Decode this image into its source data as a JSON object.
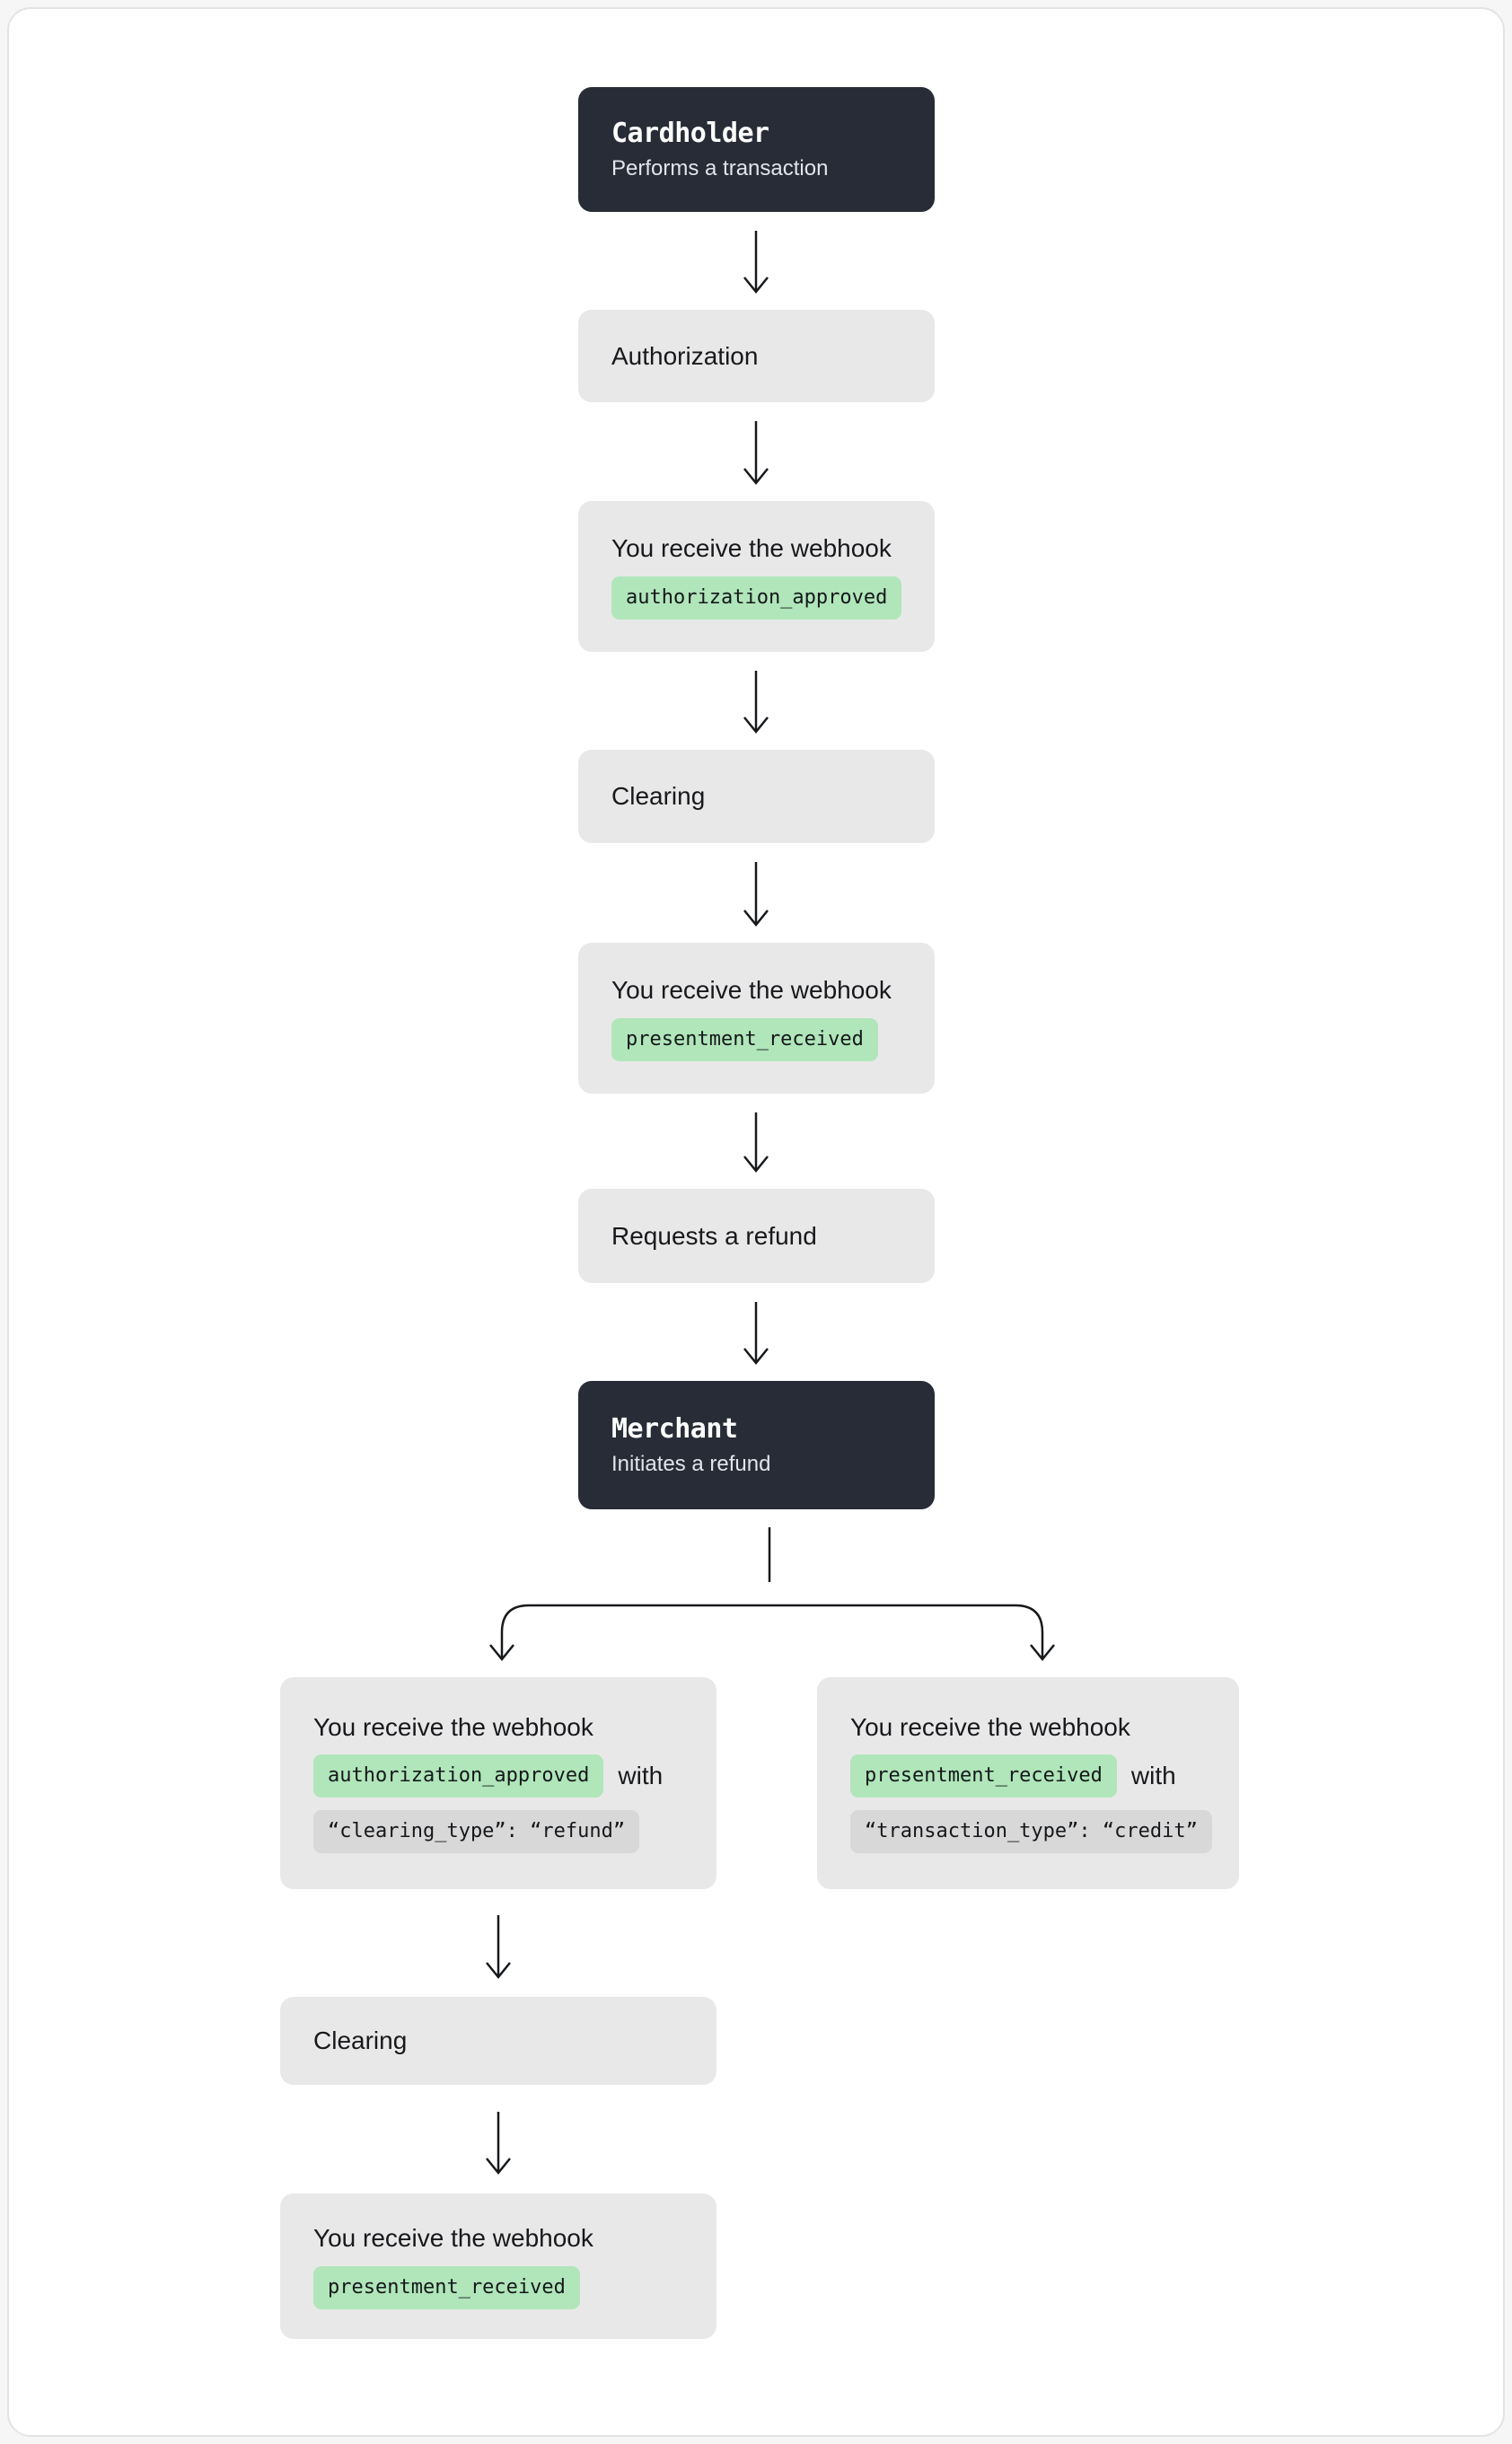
{
  "colors": {
    "page_background": "#f6f6f6",
    "card_background": "#ffffff",
    "card_border": "#e3e3e3",
    "dark_node_background": "#272c37",
    "light_node_background": "#e9e8e8",
    "green_badge_background": "#b0e6ba",
    "gray_badge_background": "#d9d8d8",
    "connector_line": "#17191c"
  },
  "diagram": {
    "type": "flowchart",
    "nodes": {
      "cardholder": {
        "title": "Cardholder",
        "subtitle": "Performs a transaction"
      },
      "authorization": {
        "label": "Authorization"
      },
      "webhook_authorization": {
        "text": "You receive the webhook",
        "badge": "authorization_approved"
      },
      "clearing_top": {
        "label": "Clearing"
      },
      "webhook_presentment": {
        "text": "You receive the webhook",
        "badge": "presentment_received"
      },
      "requests_refund": {
        "label": "Requests a refund"
      },
      "merchant": {
        "title": "Merchant",
        "subtitle": "Initiates a refund"
      },
      "refund_authorization": {
        "text": "You receive the webhook",
        "badge": "authorization_approved",
        "connector": "with",
        "code": "“clearing_type”: “refund”"
      },
      "refund_presentment": {
        "text": "You receive the webhook",
        "badge": "presentment_received",
        "connector": "with",
        "code": "“transaction_type”: “credit”"
      },
      "clearing_refund": {
        "label": "Clearing"
      },
      "webhook_refund_presentment": {
        "text": "You receive the webhook",
        "badge": "presentment_received"
      }
    }
  }
}
